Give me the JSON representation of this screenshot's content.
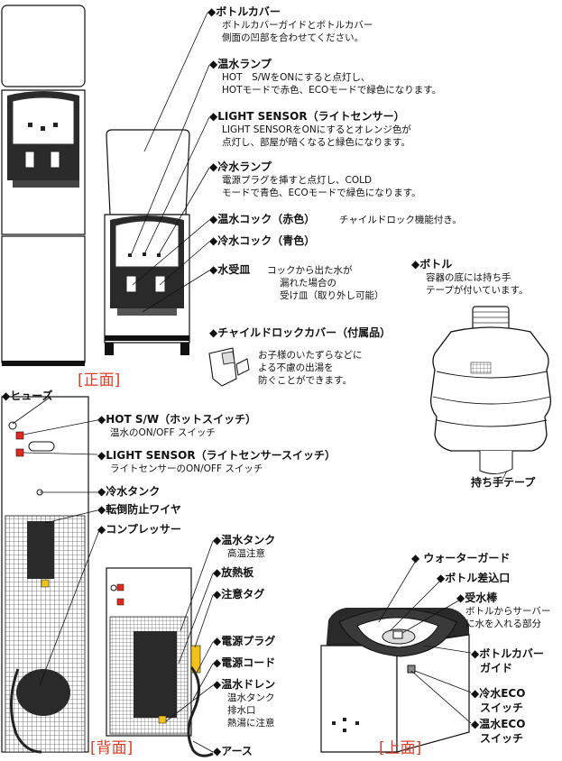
{
  "sections": {
    "front": "[正面]",
    "back": "[背面]",
    "top": "[上面]"
  },
  "front_labels": {
    "bottle_cover": {
      "title": "◆ボトルカバー",
      "desc": [
        "ボトルカバーガイドとボトルカバー",
        "側面の凹部を合わせてください。"
      ]
    },
    "hot_lamp": {
      "title": "◆温水ランプ",
      "desc": [
        "HOT　S/WをONにすると点灯し、",
        "HOTモードで赤色、ECOモードで緑色になります。"
      ]
    },
    "light_sensor": {
      "title": "◆LIGHT SENSOR（ライトセンサー）",
      "desc": [
        "LIGHT SENSORをONにするとオレンジ色が",
        "点灯し、部屋が暗くなると緑色になります。"
      ]
    },
    "cold_lamp": {
      "title": "◆冷水ランプ",
      "desc": [
        "電源プラグを挿すと点灯し、COLD",
        "モードで青色、ECOモードで緑色になります。"
      ]
    },
    "hot_tap": {
      "title": "◆温水コック（赤色）",
      "note": "チャイルドロック機能付き。"
    },
    "cold_tap": {
      "title": "◆冷水コック（青色）"
    },
    "drip_tray": {
      "title": "◆水受皿",
      "desc": [
        "コックから出た水が",
        "漏れた場合の",
        "受け皿（取り外し可能）"
      ]
    },
    "child_lock": {
      "title": "◆チャイルドロックカバー（付属品）",
      "desc": [
        "お子様のいたずらなどに",
        "よる不慮の出湯を",
        "防ぐことができます。"
      ]
    },
    "bottle": {
      "title": "◆ボトル",
      "desc": [
        "容器の底には持ち手",
        "テープが付いています。"
      ]
    },
    "handle_tape": {
      "title": "持ち手テープ"
    }
  },
  "back_labels": {
    "fuse": "◆ヒューズ",
    "hot_sw": {
      "title": "◆HOT S/W（ホットスイッチ）",
      "desc": "温水のON/OFF スイッチ"
    },
    "light_sensor_sw": {
      "title": "◆LIGHT SENSOR（ライトセンサースイッチ）",
      "desc": "ライトセンサーのON/OFF スイッチ"
    },
    "cold_tank": "◆冷水タンク",
    "anti_tip": "◆転倒防止ワイヤ",
    "compressor": "◆コンプレッサー",
    "hot_tank": {
      "title": "◆温水タンク",
      "desc": "高温注意"
    },
    "radiator": "◆放熱板",
    "caution_tag": "◆注意タグ",
    "power_plug": "◆電源プラグ",
    "power_cord": "◆電源コード",
    "hot_drain": {
      "title": "◆温水ドレン",
      "desc": [
        "温水タンク",
        "排水口",
        "熱湯に注意"
      ]
    },
    "earth": "◆アース"
  },
  "top_labels": {
    "water_guard": "◆ ウォーターガード",
    "bottle_inlet": "◆ボトル差込口",
    "receiver": {
      "title": "◆受水棒",
      "desc": [
        "ボトルからサーバー",
        "に水を入れる部分"
      ]
    },
    "cover_guide": [
      "◆ボトルカバー",
      "ガイド"
    ],
    "cold_eco": [
      "◆冷水ECO",
      "スイッチ"
    ],
    "hot_eco": [
      "◆温水ECO",
      "スイッチ"
    ]
  },
  "colors": {
    "accent": "#d9412b",
    "line": "#111111",
    "indicator": "#e02a1f",
    "tag": "#f2c21b"
  }
}
